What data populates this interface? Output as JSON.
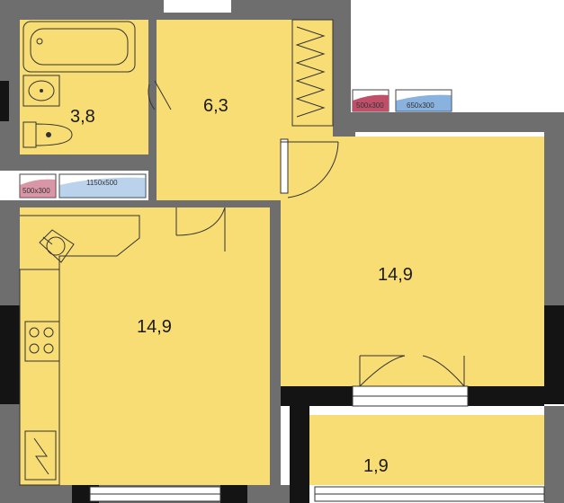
{
  "colors": {
    "room": "#f7dd74",
    "wall": "#6e6e6e",
    "wall_dark": "#141414",
    "radiator_red": "#c0506a",
    "radiator_blue": "#3a7ec8"
  },
  "rooms": [
    {
      "id": "bathroom",
      "area": "3,8"
    },
    {
      "id": "hallway",
      "area": "6,3"
    },
    {
      "id": "kitchen",
      "area": "14,9"
    },
    {
      "id": "living-room",
      "area": "14,9"
    },
    {
      "id": "balcony",
      "area": "1,9"
    }
  ],
  "radiators": [
    {
      "id": "rad-top-left",
      "label": "500x300"
    },
    {
      "id": "rad-top-right",
      "label": "650x300"
    },
    {
      "id": "rad-left-1",
      "label": "500x300"
    },
    {
      "id": "rad-left-2",
      "label": "1150x500"
    }
  ],
  "icons": [
    "bathtub-icon",
    "sink-icon",
    "toilet-icon",
    "kitchen-sink-icon",
    "stove-icon",
    "wardrobe-icon",
    "door-icon",
    "window-icon",
    "ventilation-shaft-icon"
  ]
}
